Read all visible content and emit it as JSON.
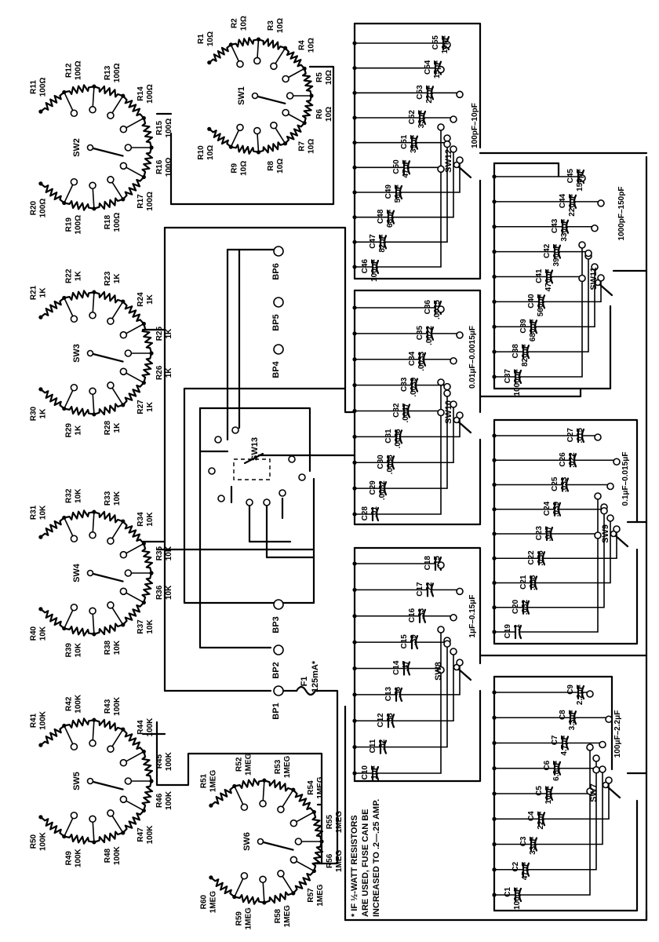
{
  "rotary_switches": [
    {
      "id": "sw1",
      "label": "SW1",
      "resistors": [
        [
          "R1",
          "10Ω"
        ],
        [
          "R2",
          "10Ω"
        ],
        [
          "R3",
          "10Ω"
        ],
        [
          "R4",
          "10Ω"
        ],
        [
          "R5",
          "10Ω"
        ],
        [
          "R6",
          "10Ω"
        ],
        [
          "R7",
          "10Ω"
        ],
        [
          "R8",
          "10Ω"
        ],
        [
          "R9",
          "10Ω"
        ],
        [
          "R10",
          "10Ω"
        ]
      ]
    },
    {
      "id": "sw2",
      "label": "SW2",
      "resistors": [
        [
          "R11",
          "100Ω"
        ],
        [
          "R12",
          "100Ω"
        ],
        [
          "R13",
          "100Ω"
        ],
        [
          "R14",
          "100Ω"
        ],
        [
          "R15",
          "100Ω"
        ],
        [
          "R16",
          "100Ω"
        ],
        [
          "R17",
          "100Ω"
        ],
        [
          "R18",
          "100Ω"
        ],
        [
          "R19",
          "100Ω"
        ],
        [
          "R20",
          "100Ω"
        ]
      ]
    },
    {
      "id": "sw3",
      "label": "SW3",
      "resistors": [
        [
          "R21",
          "1K"
        ],
        [
          "R22",
          "1K"
        ],
        [
          "R23",
          "1K"
        ],
        [
          "R24",
          "1K"
        ],
        [
          "R25",
          "1K"
        ],
        [
          "R26",
          "1K"
        ],
        [
          "R27",
          "1K"
        ],
        [
          "R28",
          "1K"
        ],
        [
          "R29",
          "1K"
        ],
        [
          "R30",
          "1K"
        ]
      ]
    },
    {
      "id": "sw4",
      "label": "SW4",
      "resistors": [
        [
          "R31",
          "10K"
        ],
        [
          "R32",
          "10K"
        ],
        [
          "R33",
          "10K"
        ],
        [
          "R34",
          "10K"
        ],
        [
          "R35",
          "10K"
        ],
        [
          "R36",
          "10K"
        ],
        [
          "R37",
          "10K"
        ],
        [
          "R38",
          "10K"
        ],
        [
          "R39",
          "10K"
        ],
        [
          "R40",
          "10K"
        ]
      ]
    },
    {
      "id": "sw5",
      "label": "SW5",
      "resistors": [
        [
          "R41",
          "100K"
        ],
        [
          "R42",
          "100K"
        ],
        [
          "R43",
          "100K"
        ],
        [
          "R44",
          "100K"
        ],
        [
          "R45",
          "100K"
        ],
        [
          "R46",
          "100K"
        ],
        [
          "R47",
          "100K"
        ],
        [
          "R48",
          "100K"
        ],
        [
          "R49",
          "100K"
        ],
        [
          "R50",
          "100K"
        ]
      ]
    },
    {
      "id": "sw6",
      "label": "SW6",
      "resistors": [
        [
          "R51",
          "1MEG"
        ],
        [
          "R52",
          "1MEG"
        ],
        [
          "R53",
          "1MEG"
        ],
        [
          "R54",
          "1MEG"
        ],
        [
          "R55",
          "1MEG"
        ],
        [
          "R56",
          "1MEG"
        ],
        [
          "R57",
          "1MEG"
        ],
        [
          "R58",
          "1MEG"
        ],
        [
          "R59",
          "1MEG"
        ],
        [
          "R60",
          "1MEG"
        ]
      ]
    }
  ],
  "capacitor_banks": [
    {
      "id": "sw12",
      "label": "SW12",
      "range": "100pF–10pF",
      "caps": [
        [
          "C46",
          "100pF"
        ],
        [
          "C47",
          "82pF"
        ],
        [
          "C48",
          "68pF"
        ],
        [
          "C49",
          "56pF"
        ],
        [
          "C50",
          "47pF"
        ],
        [
          "C51",
          "39pF"
        ],
        [
          "C52",
          "33pF"
        ],
        [
          "C53",
          "22pF"
        ],
        [
          "C54",
          "15pF"
        ],
        [
          "C55",
          "10pF"
        ]
      ]
    },
    {
      "id": "sw11",
      "label": "SW11",
      "range": "1000pF–150pF",
      "caps": [
        [
          "C37",
          "1000pF"
        ],
        [
          "C38",
          "820pF"
        ],
        [
          "C39",
          "680pF"
        ],
        [
          "C40",
          "560pF"
        ],
        [
          "C41",
          "470pF"
        ],
        [
          "C42",
          "390pF"
        ],
        [
          "C43",
          "330pF"
        ],
        [
          "C44",
          "220pF"
        ],
        [
          "C45",
          "150pF"
        ]
      ]
    },
    {
      "id": "sw10",
      "label": "SW10",
      "range": "0.01μF–0.0015μF",
      "caps": [
        [
          "C28",
          ".01"
        ],
        [
          "C29",
          ".0082"
        ],
        [
          "C30",
          ".0068"
        ],
        [
          "C31",
          ".0056"
        ],
        [
          "C32",
          ".0047"
        ],
        [
          "C33",
          ".0039"
        ],
        [
          "C34",
          ".0033"
        ],
        [
          "C35",
          ".0022"
        ],
        [
          "C36",
          ".0015"
        ]
      ]
    },
    {
      "id": "sw9",
      "label": "SW9",
      "range": "0.1μF–0.015μF",
      "caps": [
        [
          "C19",
          ".1"
        ],
        [
          "C20",
          ".082"
        ],
        [
          "C21",
          ".068"
        ],
        [
          "C22",
          ".056"
        ],
        [
          "C23",
          ".047"
        ],
        [
          "C24",
          ".039"
        ],
        [
          "C25",
          ".033"
        ],
        [
          "C26",
          ".022"
        ],
        [
          "C27",
          ".015"
        ]
      ]
    },
    {
      "id": "sw8",
      "label": "SW8",
      "range": "1μF–0.15μF",
      "caps": [
        [
          "C10",
          "1μF"
        ],
        [
          "C11",
          ".82"
        ],
        [
          "C12",
          ".68"
        ],
        [
          "C13",
          ".56"
        ],
        [
          "C14",
          ".47"
        ],
        [
          "C15",
          ".39"
        ],
        [
          "C16",
          ".33"
        ],
        [
          "C17",
          ".22"
        ],
        [
          "C18",
          ".15"
        ]
      ]
    },
    {
      "id": "sw7",
      "label": "SW7",
      "range": "100μF–2.2μF",
      "caps": [
        [
          "C1",
          "100μF"
        ],
        [
          "C2",
          "47μF"
        ],
        [
          "C3",
          "33μF"
        ],
        [
          "C4",
          "22μF"
        ],
        [
          "C5",
          "10μF"
        ],
        [
          "C6",
          "6.8μF"
        ],
        [
          "C7",
          "4.7μF"
        ],
        [
          "C8",
          "3.3μF"
        ],
        [
          "C9",
          "2.2μF"
        ]
      ]
    }
  ],
  "binding_posts": [
    "BP1",
    "BP2",
    "BP3",
    "BP4",
    "BP5",
    "BP6"
  ],
  "selector": "SW13",
  "fuse": {
    "label": "F1",
    "rating": "125mA*"
  },
  "footnote": [
    "* IF ½-WATT RESISTORS",
    "ARE USED, FUSE CAN BE",
    "INCREASED TO .2—.25 AMP."
  ]
}
